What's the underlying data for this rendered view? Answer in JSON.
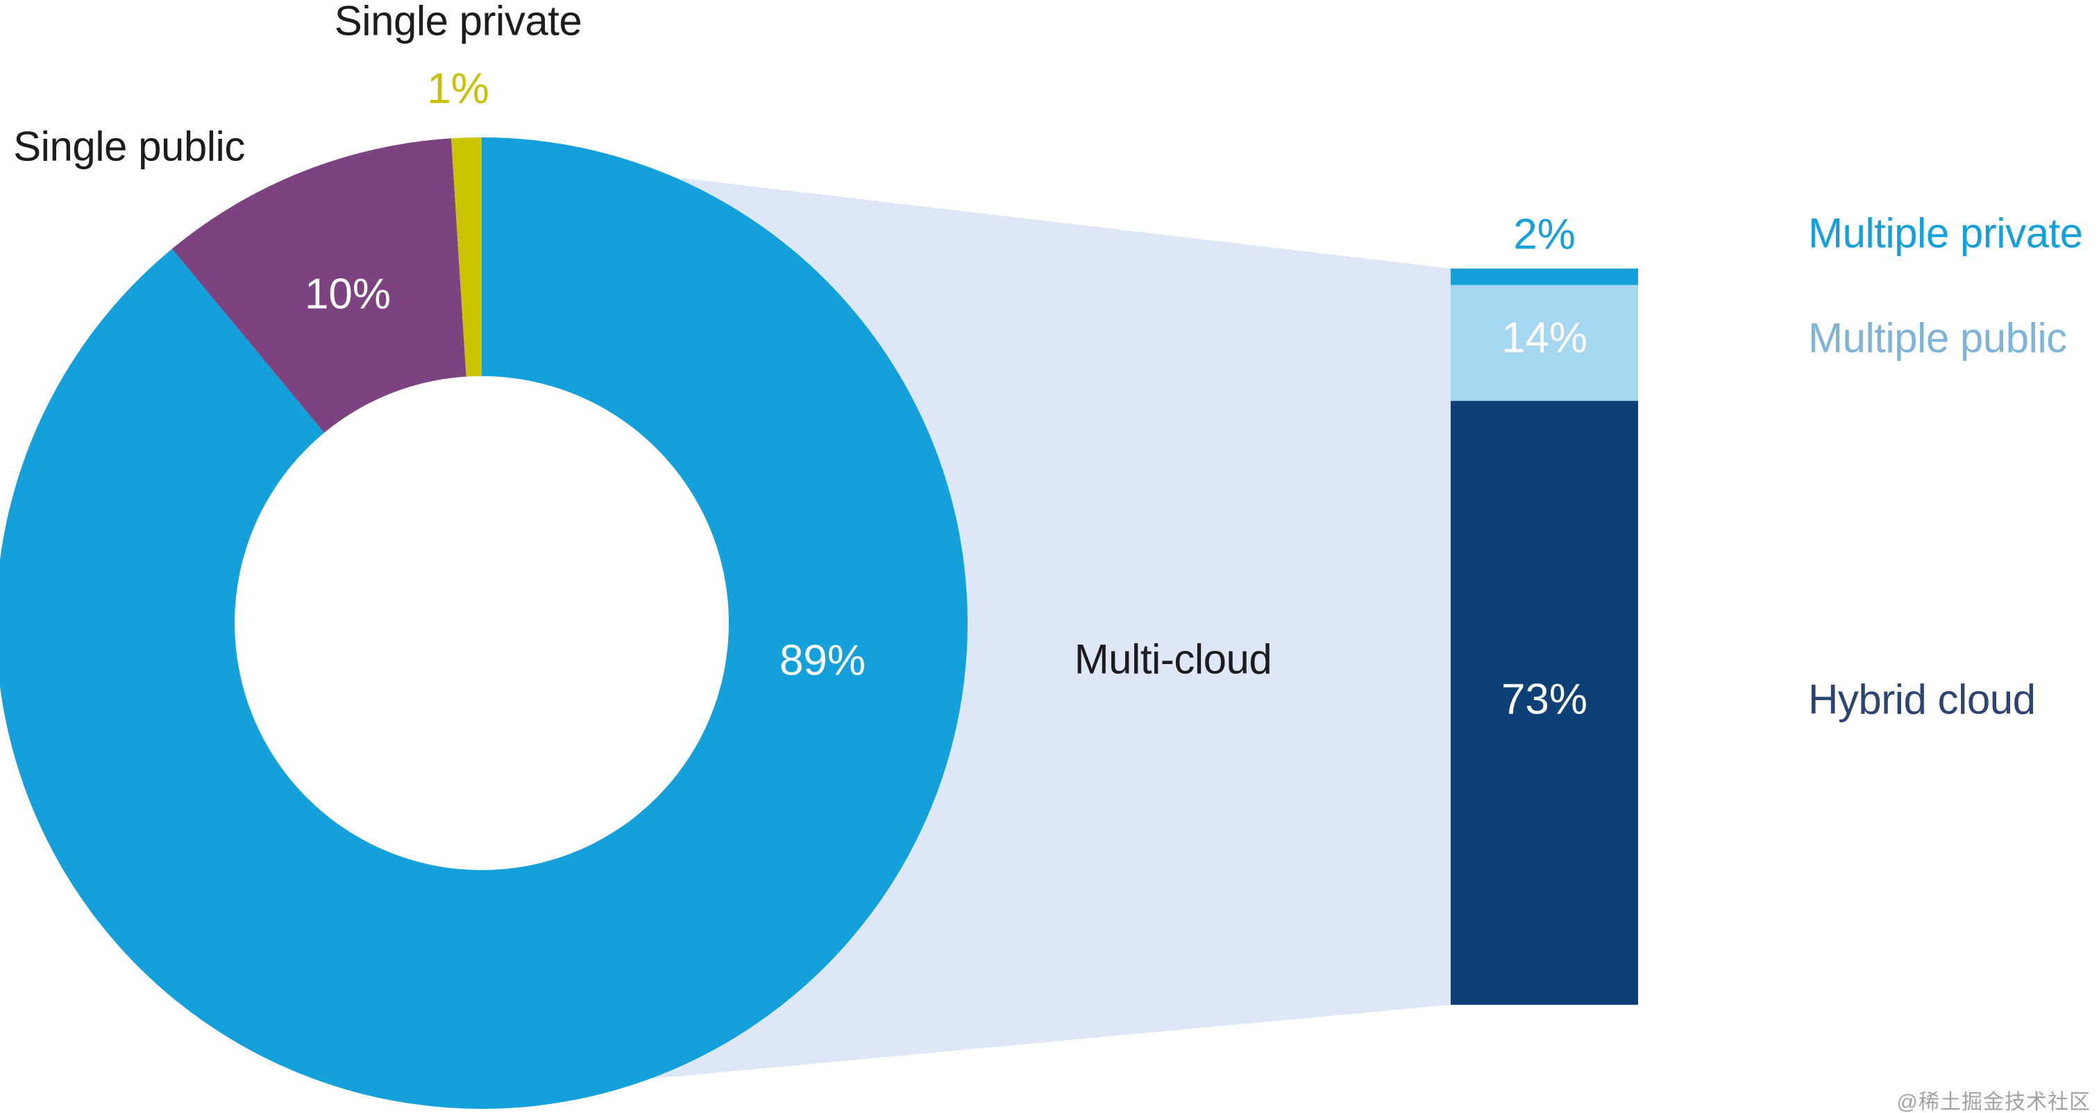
{
  "watermark": "@稀土掘金技术社区",
  "colors": {
    "multi_cloud_blue": "#14a0da",
    "single_public_purple": "#7c4380",
    "single_private_yellow": "#ccc400",
    "single_private_text": "#c9c000",
    "funnel_band": "#dde7f5",
    "multiple_public_lightblue": "#a5d8f0",
    "hybrid_navy": "#0d4077",
    "multiple_private_text": "#14a0da",
    "multiple_public_text": "#7fb4d8",
    "hybrid_text": "#2c4374",
    "label_black": "#1c1c1c",
    "value_white": "#ffffff",
    "watermark_gray": "#a3a3a3"
  },
  "chart_data": [
    {
      "type": "pie",
      "subtype": "donut",
      "title": "",
      "direction": "clockwise",
      "start_angle_deg": 0,
      "segments": [
        {
          "label": "Multi-cloud",
          "value": 89,
          "value_label": "89%",
          "color_key": "multi_cloud_blue"
        },
        {
          "label": "Single public",
          "value": 10,
          "value_label": "10%",
          "color_key": "single_public_purple"
        },
        {
          "label": "Single private",
          "value": 1,
          "value_label": "1%",
          "color_key": "single_private_yellow"
        }
      ]
    },
    {
      "type": "bar",
      "subtype": "stacked-breakdown",
      "breakdown_of": "Multi-cloud",
      "total": 89,
      "segments": [
        {
          "label": "Multiple private",
          "value": 2,
          "value_label": "2%",
          "color_key": "multi_cloud_blue"
        },
        {
          "label": "Multiple public",
          "value": 14,
          "value_label": "14%",
          "color_key": "multiple_public_lightblue"
        },
        {
          "label": "Hybrid cloud",
          "value": 73,
          "value_label": "73%",
          "color_key": "hybrid_navy"
        }
      ]
    }
  ]
}
